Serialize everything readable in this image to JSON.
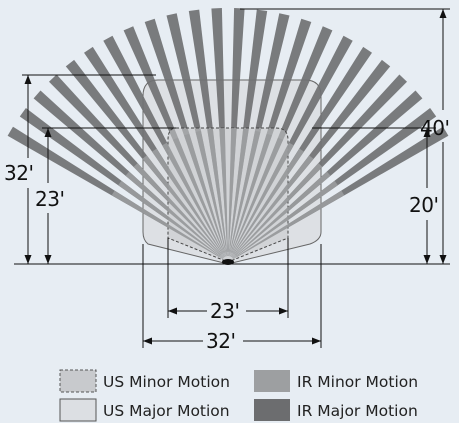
{
  "dimensions": {
    "us_major_depth": "32'",
    "us_minor_depth": "23'",
    "ir_major_depth": "40'",
    "ir_minor_depth": "20'",
    "us_minor_width": "23'",
    "us_major_width": "32'"
  },
  "legend": [
    {
      "label": "US Minor Motion",
      "color": "#c8cacd",
      "style": "dashed"
    },
    {
      "label": "IR Minor Motion",
      "color": "#9d9fa1",
      "style": "solid"
    },
    {
      "label": "US Major Motion",
      "color": "#dcdfe3",
      "style": "solid"
    },
    {
      "label": "IR Major Motion",
      "color": "#6c6d6f",
      "style": "solid"
    }
  ],
  "colors": {
    "background": "#e7edf3",
    "ir_major": "#707173",
    "ir_minor": "#9a9c9f",
    "us_major": "#dadde1",
    "us_minor": "#c6c8cb",
    "sensor": "#111111"
  }
}
